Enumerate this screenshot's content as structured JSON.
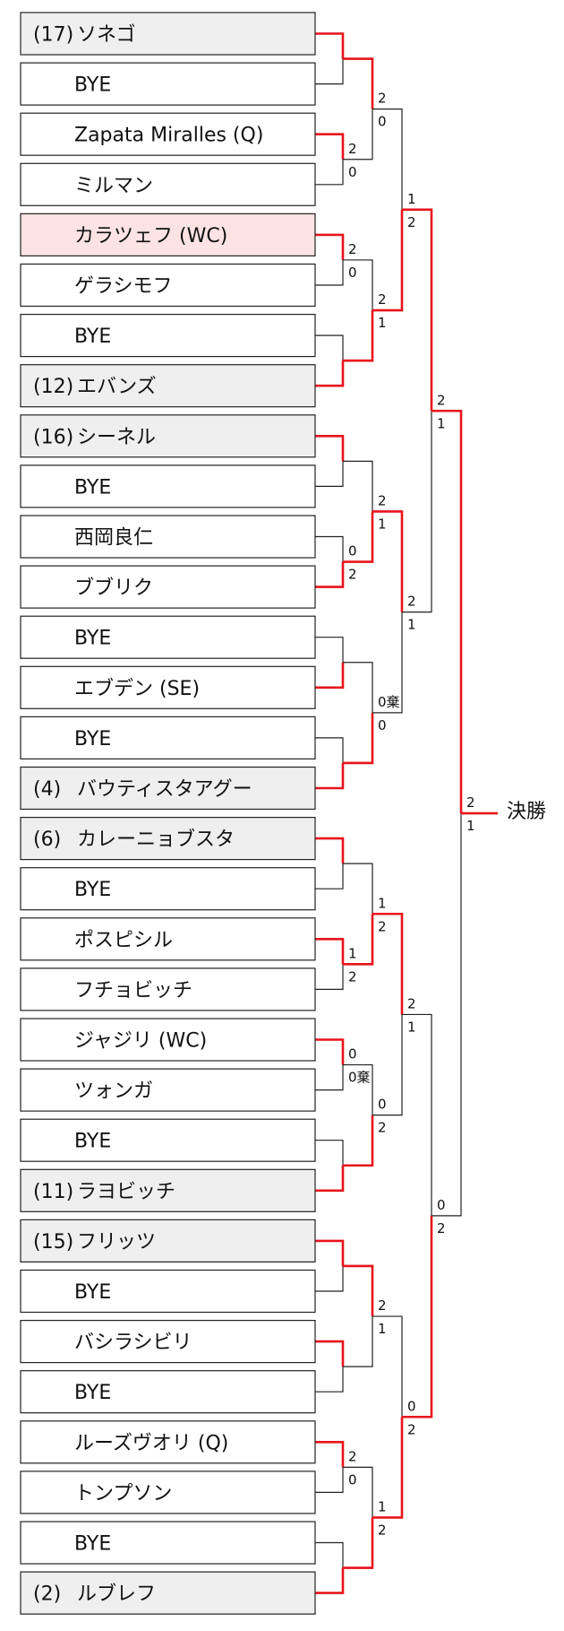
{
  "players": [
    {
      "seed": "(17)",
      "name": "ソネゴ",
      "shade": "seed"
    },
    {
      "seed": "",
      "name": "BYE",
      "shade": "none"
    },
    {
      "seed": "",
      "name": "Zapata Miralles (Q)",
      "shade": "none"
    },
    {
      "seed": "",
      "name": "ミルマン",
      "shade": "none"
    },
    {
      "seed": "",
      "name": "カラツェフ (WC)",
      "shade": "highlight"
    },
    {
      "seed": "",
      "name": "ゲラシモフ",
      "shade": "none"
    },
    {
      "seed": "",
      "name": "BYE",
      "shade": "none"
    },
    {
      "seed": "(12)",
      "name": "エバンズ",
      "shade": "seed"
    },
    {
      "seed": "(16)",
      "name": "シーネル",
      "shade": "seed"
    },
    {
      "seed": "",
      "name": "BYE",
      "shade": "none"
    },
    {
      "seed": "",
      "name": "西岡良仁",
      "shade": "none"
    },
    {
      "seed": "",
      "name": "ブブリク",
      "shade": "none"
    },
    {
      "seed": "",
      "name": "BYE",
      "shade": "none"
    },
    {
      "seed": "",
      "name": "エブデン (SE)",
      "shade": "none"
    },
    {
      "seed": "",
      "name": "BYE",
      "shade": "none"
    },
    {
      "seed": "(4)",
      "name": "バウティスタアグー",
      "shade": "seed"
    },
    {
      "seed": "(6)",
      "name": "カレーニョブスタ",
      "shade": "seed"
    },
    {
      "seed": "",
      "name": "BYE",
      "shade": "none"
    },
    {
      "seed": "",
      "name": "ポスピシル",
      "shade": "none"
    },
    {
      "seed": "",
      "name": "フチョビッチ",
      "shade": "none"
    },
    {
      "seed": "",
      "name": "ジャジリ (WC)",
      "shade": "none"
    },
    {
      "seed": "",
      "name": "ツォンガ",
      "shade": "none"
    },
    {
      "seed": "",
      "name": "BYE",
      "shade": "none"
    },
    {
      "seed": "(11)",
      "name": "ラヨビッチ",
      "shade": "seed"
    },
    {
      "seed": "(15)",
      "name": "フリッツ",
      "shade": "seed"
    },
    {
      "seed": "",
      "name": "BYE",
      "shade": "none"
    },
    {
      "seed": "",
      "name": "バシラシビリ",
      "shade": "none"
    },
    {
      "seed": "",
      "name": "BYE",
      "shade": "none"
    },
    {
      "seed": "",
      "name": "ルーズヴオリ (Q)",
      "shade": "none"
    },
    {
      "seed": "",
      "name": "トンプソン",
      "shade": "none"
    },
    {
      "seed": "",
      "name": "BYE",
      "shade": "none"
    },
    {
      "seed": "(2)",
      "name": "ルブレフ",
      "shade": "seed"
    }
  ],
  "rounds": [
    [
      {
        "winner": "top",
        "scores": null
      },
      {
        "winner": "top",
        "scores": [
          "2",
          "0"
        ]
      },
      {
        "winner": "top",
        "scores": [
          "2",
          "0"
        ]
      },
      {
        "winner": "bottom",
        "scores": null
      },
      {
        "winner": "top",
        "scores": null
      },
      {
        "winner": "bottom",
        "scores": [
          "0",
          "2"
        ]
      },
      {
        "winner": "bottom",
        "scores": null
      },
      {
        "winner": "bottom",
        "scores": null
      },
      {
        "winner": "top",
        "scores": null
      },
      {
        "winner": "top",
        "scores": [
          "1",
          "2"
        ]
      },
      {
        "winner": "top",
        "scores": [
          "0",
          "0棄"
        ]
      },
      {
        "winner": "bottom",
        "scores": null
      },
      {
        "winner": "top",
        "scores": null
      },
      {
        "winner": "top",
        "scores": null
      },
      {
        "winner": "top",
        "scores": [
          "2",
          "0"
        ]
      },
      {
        "winner": "bottom",
        "scores": null
      }
    ],
    [
      {
        "winner": "top",
        "scores": [
          "2",
          "0"
        ]
      },
      {
        "winner": "bottom",
        "scores": [
          "2",
          "1"
        ]
      },
      {
        "winner": "bottom",
        "scores": [
          "2",
          "1"
        ]
      },
      {
        "winner": "bottom",
        "scores": [
          "0棄",
          "0"
        ]
      },
      {
        "winner": "bottom",
        "scores": [
          "1",
          "2"
        ]
      },
      {
        "winner": "bottom",
        "scores": [
          "0",
          "2"
        ]
      },
      {
        "winner": "top",
        "scores": [
          "2",
          "1"
        ]
      },
      {
        "winner": "bottom",
        "scores": [
          "1",
          "2"
        ]
      }
    ],
    [
      {
        "winner": "bottom",
        "scores": [
          "1",
          "2"
        ]
      },
      {
        "winner": "top",
        "scores": [
          "2",
          "1"
        ]
      },
      {
        "winner": "top",
        "scores": [
          "2",
          "1"
        ]
      },
      {
        "winner": "bottom",
        "scores": [
          "0",
          "2"
        ]
      }
    ],
    [
      {
        "winner": "top",
        "scores": [
          "2",
          "1"
        ]
      },
      {
        "winner": "bottom",
        "scores": [
          "0",
          "2"
        ]
      }
    ],
    [
      {
        "winner": "top",
        "scores": [
          "2",
          "1"
        ]
      }
    ]
  ],
  "final_label": "決勝",
  "colors": {
    "winner_line": "#e8141c",
    "loser_line": "#222222",
    "seed_fill": "#efefef",
    "highlight_fill": "#fde3e3",
    "box_fill": "#ffffff",
    "box_border": "#222222",
    "text": "#111111"
  }
}
